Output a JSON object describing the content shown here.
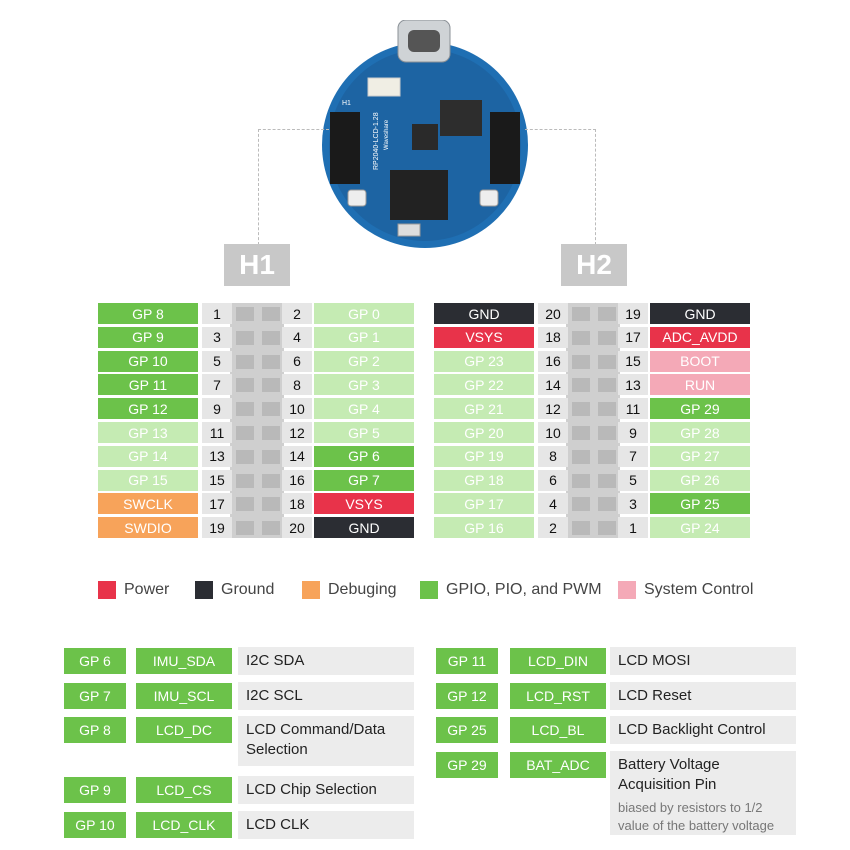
{
  "header_labels": {
    "h1": "H1",
    "h2": "H2"
  },
  "colors": {
    "power": "#e8334a",
    "ground": "#2b2d33",
    "debug": "#f7a35a",
    "gpio_strong": "#6cc24a",
    "gpio_light": "#c5ebb3",
    "system": "#f4a9b7"
  },
  "board": {
    "label": "RP2040-LCD-1.28",
    "header_mark": "H1",
    "brand": "Waveshare"
  },
  "h1": [
    {
      "left": "GP 8",
      "ln": "1",
      "rn": "2",
      "right": "GP 0",
      "lc": "gpio_strong",
      "rc": "gpio_light"
    },
    {
      "left": "GP 9",
      "ln": "3",
      "rn": "4",
      "right": "GP 1",
      "lc": "gpio_strong",
      "rc": "gpio_light"
    },
    {
      "left": "GP 10",
      "ln": "5",
      "rn": "6",
      "right": "GP 2",
      "lc": "gpio_strong",
      "rc": "gpio_light"
    },
    {
      "left": "GP 11",
      "ln": "7",
      "rn": "8",
      "right": "GP 3",
      "lc": "gpio_strong",
      "rc": "gpio_light"
    },
    {
      "left": "GP 12",
      "ln": "9",
      "rn": "10",
      "right": "GP 4",
      "lc": "gpio_strong",
      "rc": "gpio_light"
    },
    {
      "left": "GP 13",
      "ln": "11",
      "rn": "12",
      "right": "GP 5",
      "lc": "gpio_light",
      "rc": "gpio_light"
    },
    {
      "left": "GP 14",
      "ln": "13",
      "rn": "14",
      "right": "GP 6",
      "lc": "gpio_light",
      "rc": "gpio_strong"
    },
    {
      "left": "GP 15",
      "ln": "15",
      "rn": "16",
      "right": "GP 7",
      "lc": "gpio_light",
      "rc": "gpio_strong"
    },
    {
      "left": "SWCLK",
      "ln": "17",
      "rn": "18",
      "right": "VSYS",
      "lc": "debug",
      "rc": "power"
    },
    {
      "left": "SWDIO",
      "ln": "19",
      "rn": "20",
      "right": "GND",
      "lc": "debug",
      "rc": "ground"
    }
  ],
  "h2": [
    {
      "left": "GND",
      "ln": "20",
      "rn": "19",
      "right": "GND",
      "lc": "ground",
      "rc": "ground"
    },
    {
      "left": "VSYS",
      "ln": "18",
      "rn": "17",
      "right": "ADC_AVDD",
      "lc": "power",
      "rc": "power"
    },
    {
      "left": "GP 23",
      "ln": "16",
      "rn": "15",
      "right": "BOOT",
      "lc": "gpio_light",
      "rc": "system"
    },
    {
      "left": "GP 22",
      "ln": "14",
      "rn": "13",
      "right": "RUN",
      "lc": "gpio_light",
      "rc": "system"
    },
    {
      "left": "GP 21",
      "ln": "12",
      "rn": "11",
      "right": "GP 29",
      "lc": "gpio_light",
      "rc": "gpio_strong"
    },
    {
      "left": "GP 20",
      "ln": "10",
      "rn": "9",
      "right": "GP 28",
      "lc": "gpio_light",
      "rc": "gpio_light"
    },
    {
      "left": "GP 19",
      "ln": "8",
      "rn": "7",
      "right": "GP 27",
      "lc": "gpio_light",
      "rc": "gpio_light"
    },
    {
      "left": "GP 18",
      "ln": "6",
      "rn": "5",
      "right": "GP 26",
      "lc": "gpio_light",
      "rc": "gpio_light"
    },
    {
      "left": "GP 17",
      "ln": "4",
      "rn": "3",
      "right": "GP 25",
      "lc": "gpio_light",
      "rc": "gpio_strong"
    },
    {
      "left": "GP 16",
      "ln": "2",
      "rn": "1",
      "right": "GP 24",
      "lc": "gpio_light",
      "rc": "gpio_light"
    }
  ],
  "legend": [
    {
      "label": "Power",
      "color": "power"
    },
    {
      "label": "Ground",
      "color": "ground"
    },
    {
      "label": "Debuging",
      "color": "debug"
    },
    {
      "label": "GPIO, PIO, and PWM",
      "color": "gpio_strong"
    },
    {
      "label": "System Control",
      "color": "system"
    }
  ],
  "left_table": [
    {
      "gp": "GP 6",
      "fn": "IMU_SDA",
      "desc": "I2C SDA"
    },
    {
      "gp": "GP 7",
      "fn": "IMU_SCL",
      "desc": "I2C SCL"
    },
    {
      "gp": "GP 8",
      "fn": "LCD_DC",
      "desc": "LCD Command/Data Selection"
    },
    {
      "gp": "GP 9",
      "fn": "LCD_CS",
      "desc": "LCD Chip Selection"
    },
    {
      "gp": "GP 10",
      "fn": "LCD_CLK",
      "desc": "LCD CLK"
    }
  ],
  "right_table": [
    {
      "gp": "GP 11",
      "fn": "LCD_DIN",
      "desc": "LCD MOSI"
    },
    {
      "gp": "GP 12",
      "fn": "LCD_RST",
      "desc": "LCD Reset"
    },
    {
      "gp": "GP 25",
      "fn": "LCD_BL",
      "desc": "LCD Backlight Control"
    },
    {
      "gp": "GP 29",
      "fn": "BAT_ADC",
      "desc": "Battery Voltage Acquisition Pin",
      "note": "biased by resistors to 1/2 value of the battery voltage"
    }
  ]
}
